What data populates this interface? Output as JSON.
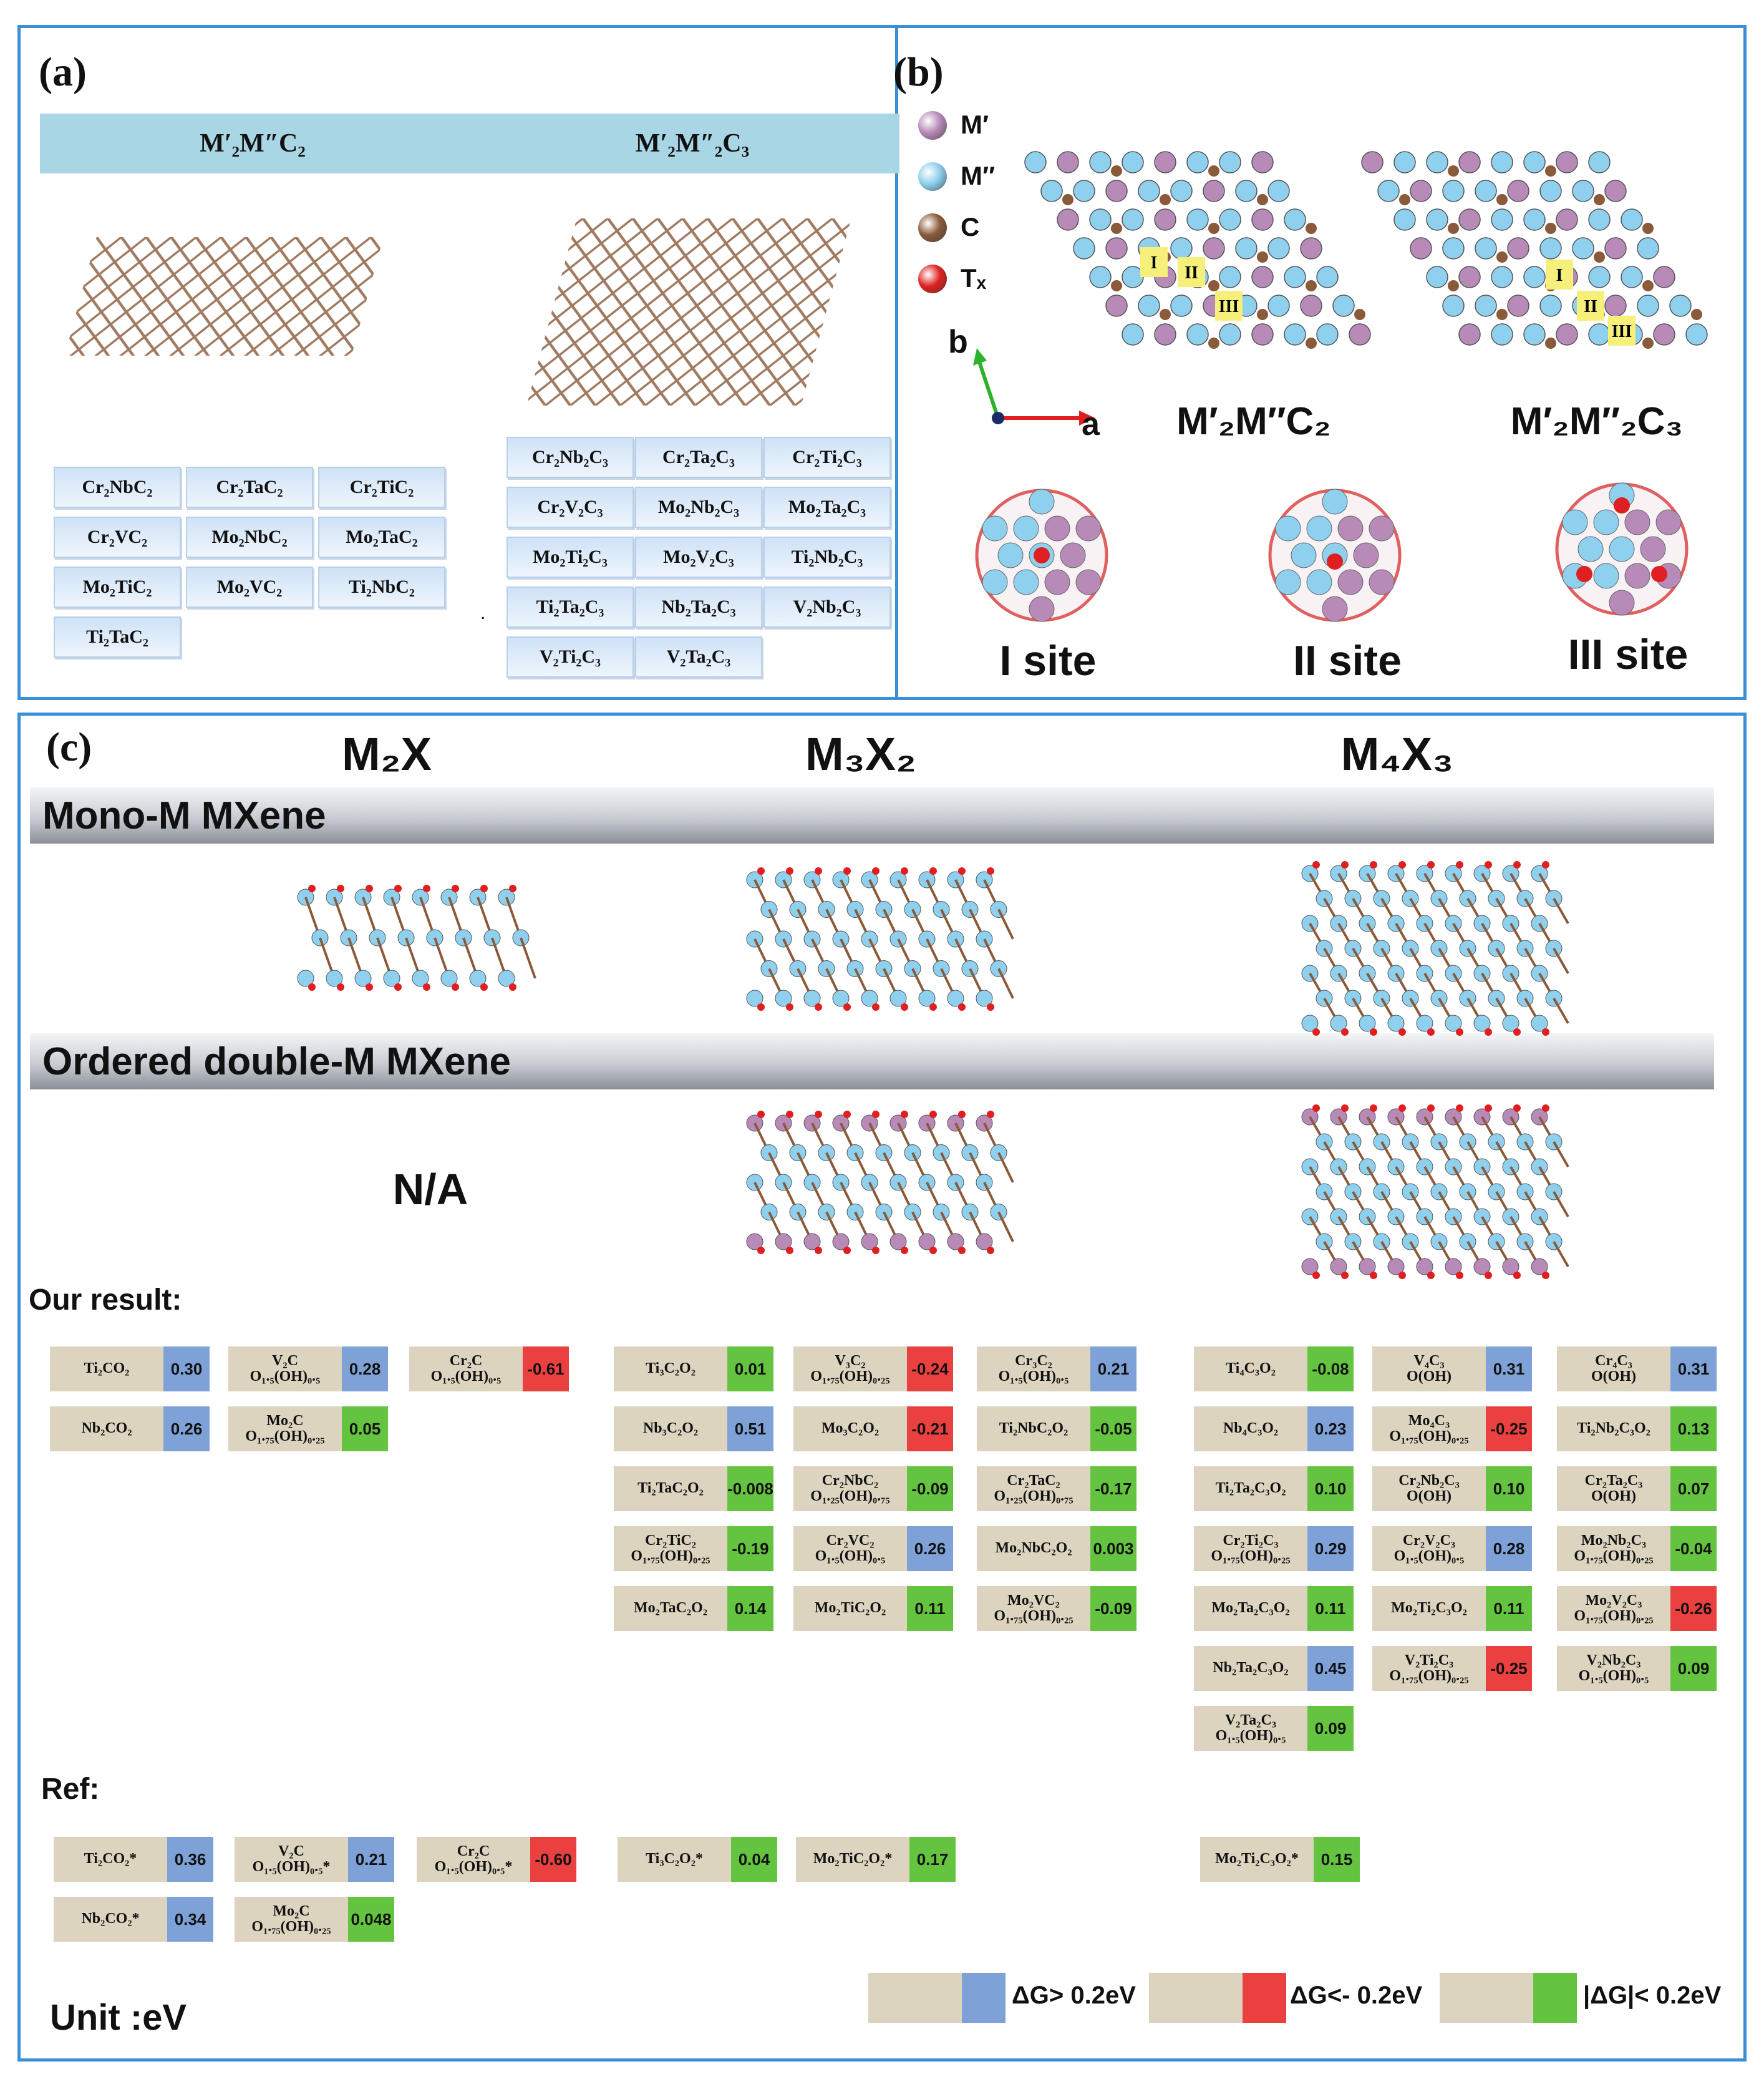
{
  "panel_a": {
    "label": "(a)",
    "header_left": "M′₂M″C₂",
    "header_right": "M′₂M″₂C₃",
    "left_list": [
      "Cr₂NbC₂",
      "Cr₂TaC₂",
      "Cr₂TiC₂",
      "Cr₂VC₂",
      "Mo₂NbC₂",
      "Mo₂TaC₂",
      "Mo₂TiC₂",
      "Mo₂VC₂",
      "Ti₂NbC₂",
      "Ti₂TaC₂"
    ],
    "right_list": [
      "Cr₂Nb₂C₃",
      "Cr₂Ta₂C₃",
      "Cr₂Ti₂C₃",
      "Cr₂V₂C₃",
      "Mo₂Nb₂C₃",
      "Mo₂Ta₂C₃",
      "Mo₂Ti₂C₃",
      "Mo₂V₂C₃",
      "Ti₂Nb₂C₃",
      "Ti₂Ta₂C₃",
      "Nb₂Ta₂C₃",
      "V₂Nb₂C₃",
      "V₂Ti₂C₃",
      "V₂Ta₂C₃"
    ]
  },
  "panel_b": {
    "label": "(b)",
    "legend": [
      {
        "name": "M′",
        "color": "#b78ab8"
      },
      {
        "name": "M″",
        "color": "#8ed0ee"
      },
      {
        "name": "C",
        "color": "#8a5a3a"
      },
      {
        "name": "Tₓ",
        "color": "#e02020"
      }
    ],
    "axis_b": "b",
    "axis_a": "a",
    "title_left": "M′₂M″C₂",
    "title_right": "M′₂M″₂C₃",
    "site_markers": [
      "I",
      "II",
      "III"
    ],
    "sites": [
      "I site",
      "II site",
      "III site"
    ]
  },
  "panel_c": {
    "label": "(c)",
    "col_headers": [
      "M₂X",
      "M₃X₂",
      "M₄X₃"
    ],
    "mono_title": "Mono-M  MXene",
    "ordered_title": "Ordered double-M MXene",
    "na_text": "N/A",
    "our_result_label": "Our result:",
    "ref_label": "Ref:",
    "unit_label": "Unit :eV",
    "legend": [
      {
        "text": "ΔG> 0.2eV",
        "color": "#7ea2d8"
      },
      {
        "text": "ΔG<- 0.2eV",
        "color": "#ea4040"
      },
      {
        "text": "|ΔG|< 0.2eV",
        "color": "#64c440"
      }
    ],
    "our_result": [
      {
        "f": "Ti₂CO₂",
        "v": "0.30",
        "c": "blue"
      },
      {
        "f": "V₂C\nO₁.₅(OH)₀.₅",
        "v": "0.28",
        "c": "blue"
      },
      {
        "f": "Cr₂C\nO₁.₅(OH)₀.₅",
        "v": "-0.61",
        "c": "red"
      },
      {
        "f": "Nb₂CO₂",
        "v": "0.26",
        "c": "blue"
      },
      {
        "f": "Mo₂C\nO₁.₇₅(OH)₀.₂₅",
        "v": "0.05",
        "c": "green"
      },
      {
        "f": "Ti₃C₂O₂",
        "v": "0.01",
        "c": "green"
      },
      {
        "f": "V₃C₂\nO₁.₇₅(OH)₀.₂₅",
        "v": "-0.24",
        "c": "red"
      },
      {
        "f": "Cr₃C₂\nO₁.₅(OH)₀.₅",
        "v": "0.21",
        "c": "blue"
      },
      {
        "f": "Nb₃C₂O₂",
        "v": "0.51",
        "c": "blue"
      },
      {
        "f": "Mo₃C₂O₂",
        "v": "-0.21",
        "c": "red"
      },
      {
        "f": "Ti₂NbC₂O₂",
        "v": "-0.05",
        "c": "green"
      },
      {
        "f": "Ti₂TaC₂O₂",
        "v": "-0.008",
        "c": "green"
      },
      {
        "f": "Cr₂NbC₂\nO₁.₂₅(OH)₀.₇₅",
        "v": "-0.09",
        "c": "green"
      },
      {
        "f": "Cr₂TaC₂\nO₁.₂₅(OH)₀.₇₅",
        "v": "-0.17",
        "c": "green"
      },
      {
        "f": "Cr₂TiC₂\nO₁.₇₅(OH)₀.₂₅",
        "v": "-0.19",
        "c": "green"
      },
      {
        "f": "Cr₂VC₂\nO₁.₅(OH)₀.₅",
        "v": "0.26",
        "c": "blue"
      },
      {
        "f": "Mo₂NbC₂O₂",
        "v": "0.003",
        "c": "green"
      },
      {
        "f": "Mo₂TaC₂O₂",
        "v": "0.14",
        "c": "green"
      },
      {
        "f": "Mo₂TiC₂O₂",
        "v": "0.11",
        "c": "green"
      },
      {
        "f": "Mo₂VC₂\nO₁.₇₅(OH)₀.₂₅",
        "v": "-0.09",
        "c": "green"
      },
      {
        "f": "Ti₄C₃O₂",
        "v": "-0.08",
        "c": "green"
      },
      {
        "f": "V₄C₃\nO(OH)",
        "v": "0.31",
        "c": "blue"
      },
      {
        "f": "Cr₄C₃\nO(OH)",
        "v": "0.31",
        "c": "blue"
      },
      {
        "f": "Nb₄C₃O₂",
        "v": "0.23",
        "c": "blue"
      },
      {
        "f": "Mo₄C₃\nO₁.₇₅(OH)₀.₂₅",
        "v": "-0.25",
        "c": "red"
      },
      {
        "f": "Ti₂Nb₂C₃O₂",
        "v": "0.13",
        "c": "green"
      },
      {
        "f": "Ti₂Ta₂C₃O₂",
        "v": "0.10",
        "c": "green"
      },
      {
        "f": "Cr₂Nb₂C₃\nO(OH)",
        "v": "0.10",
        "c": "green"
      },
      {
        "f": "Cr₂Ta₂C₃\nO(OH)",
        "v": "0.07",
        "c": "green"
      },
      {
        "f": "Cr₂Ti₂C₃\nO₁.₇₅(OH)₀.₂₅",
        "v": "0.29",
        "c": "blue"
      },
      {
        "f": "Cr₂V₂C₃\nO₁.₅(OH)₀.₅",
        "v": "0.28",
        "c": "blue"
      },
      {
        "f": "Mo₂Nb₂C₃\nO₁.₇₅(OH)₀.₂₅",
        "v": "-0.04",
        "c": "green"
      },
      {
        "f": "Mo₂Ta₂C₃O₂",
        "v": "0.11",
        "c": "green"
      },
      {
        "f": "Mo₂Ti₂C₃O₂",
        "v": "0.11",
        "c": "green"
      },
      {
        "f": "Mo₂V₂C₃\nO₁.₇₅(OH)₀.₂₅",
        "v": "-0.26",
        "c": "red"
      },
      {
        "f": "Nb₂Ta₂C₃O₂",
        "v": "0.45",
        "c": "blue"
      },
      {
        "f": "V₂Ti₂C₃\nO₁.₇₅(OH)₀.₂₅",
        "v": "-0.25",
        "c": "red"
      },
      {
        "f": "V₂Nb₂C₃\nO₁.₅(OH)₀.₅",
        "v": "0.09",
        "c": "green"
      },
      {
        "f": "V₂Ta₂C₃\nO₁.₅(OH)₀.₅",
        "v": "0.09",
        "c": "green"
      }
    ],
    "ref": [
      {
        "f": "Ti₂CO₂*",
        "v": "0.36",
        "c": "blue"
      },
      {
        "f": "V₂C\nO₁.₅(OH)₀.₅*",
        "v": "0.21",
        "c": "blue"
      },
      {
        "f": "Cr₂C\nO₁.₅(OH)₀.₅*",
        "v": "-0.60",
        "c": "red"
      },
      {
        "f": "Nb₂CO₂*",
        "v": "0.34",
        "c": "blue"
      },
      {
        "f": "Mo₂C\nO₁.₇₅(OH)₀.₂₅",
        "v": "0.048",
        "c": "green"
      },
      {
        "f": "Ti₃C₂O₂*",
        "v": "0.04",
        "c": "green"
      },
      {
        "f": "Mo₂TiC₂O₂*",
        "v": "0.17",
        "c": "green"
      },
      {
        "f": "Mo₂Ti₂C₃O₂*",
        "v": "0.15",
        "c": "green"
      }
    ]
  }
}
